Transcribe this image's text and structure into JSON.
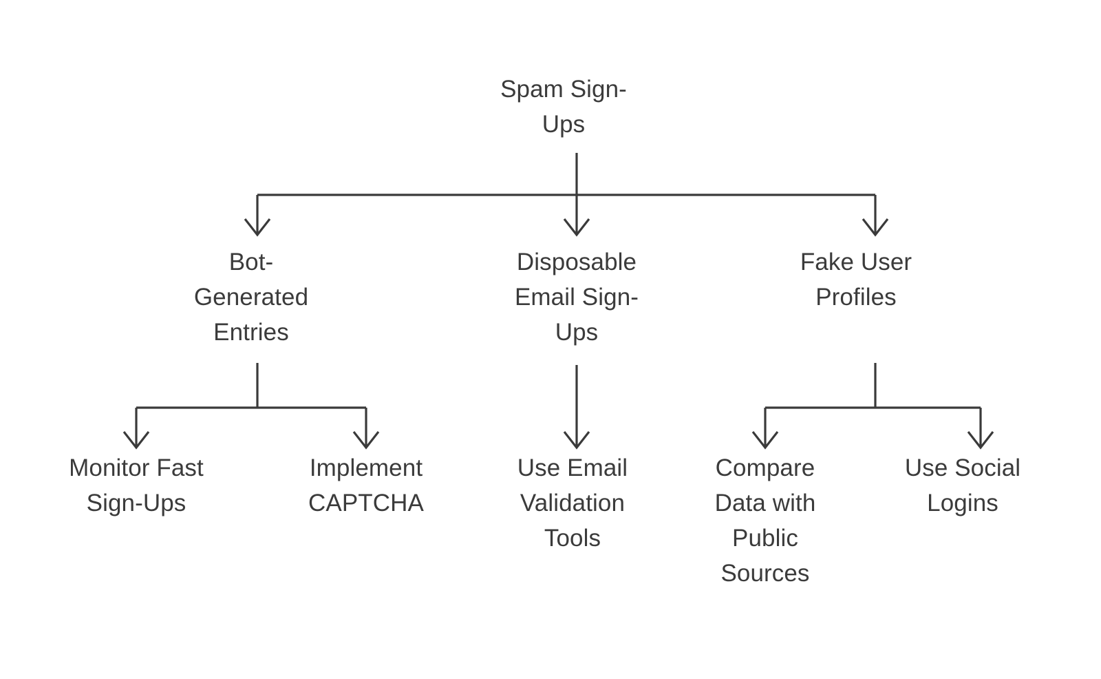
{
  "diagram": {
    "type": "tree",
    "title": "Spam Sign-Ups",
    "orientation": "top-down",
    "background_color": "#ffffff",
    "stroke_color": "#3a3a3a",
    "text_color": "#3b3b3b",
    "nodes": {
      "root": {
        "id": "spam-sign-ups",
        "label": "Spam Sign-\nUps",
        "level": 0
      },
      "branch_1": {
        "id": "bot-generated-entries",
        "label": "Bot-\nGenerated\nEntries",
        "level": 1
      },
      "branch_2": {
        "id": "disposable-email-sign-ups",
        "label": "Disposable\nEmail Sign-\nUps",
        "level": 1
      },
      "branch_3": {
        "id": "fake-user-profiles",
        "label": "Fake User\nProfiles",
        "level": 1
      },
      "leaf_1": {
        "id": "monitor-fast-sign-ups",
        "label": "Monitor Fast\nSign-Ups",
        "level": 2,
        "parent": "bot-generated-entries"
      },
      "leaf_2": {
        "id": "implement-captcha",
        "label": "Implement\nCAPTCHA",
        "level": 2,
        "parent": "bot-generated-entries"
      },
      "leaf_3": {
        "id": "use-email-validation-tools",
        "label": "Use Email\nValidation\nTools",
        "level": 2,
        "parent": "disposable-email-sign-ups"
      },
      "leaf_4": {
        "id": "compare-data-with-public-sources",
        "label": "Compare\nData with\nPublic\nSources",
        "level": 2,
        "parent": "fake-user-profiles"
      },
      "leaf_5": {
        "id": "use-social-logins",
        "label": "Use Social\nLogins",
        "level": 2,
        "parent": "fake-user-profiles"
      }
    },
    "edges": [
      {
        "from": "spam-sign-ups",
        "to": "bot-generated-entries",
        "arrow": "down"
      },
      {
        "from": "spam-sign-ups",
        "to": "disposable-email-sign-ups",
        "arrow": "down"
      },
      {
        "from": "spam-sign-ups",
        "to": "fake-user-profiles",
        "arrow": "down"
      },
      {
        "from": "bot-generated-entries",
        "to": "monitor-fast-sign-ups",
        "arrow": "down"
      },
      {
        "from": "bot-generated-entries",
        "to": "implement-captcha",
        "arrow": "down"
      },
      {
        "from": "disposable-email-sign-ups",
        "to": "use-email-validation-tools",
        "arrow": "down"
      },
      {
        "from": "fake-user-profiles",
        "to": "compare-data-with-public-sources",
        "arrow": "down"
      },
      {
        "from": "fake-user-profiles",
        "to": "use-social-logins",
        "arrow": "down"
      }
    ]
  }
}
